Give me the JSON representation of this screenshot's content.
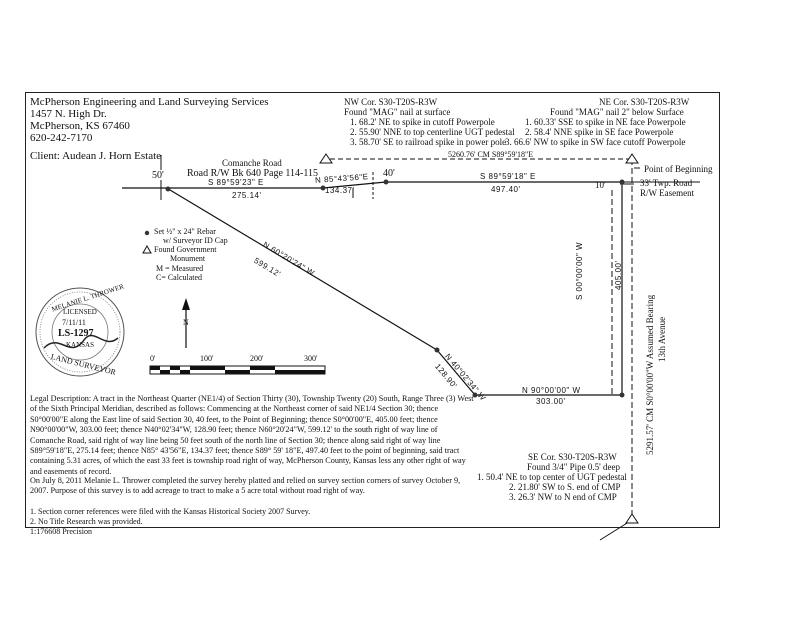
{
  "company": {
    "name": "McPherson Engineering and Land Surveying Services",
    "address1": "1457 N. High Dr.",
    "address2": "McPherson, KS  67460",
    "phone": "620-242-7170"
  },
  "client": "Client:  Audean J. Horn Estate",
  "nw_corner": {
    "title": "NW Cor. S30-T20S-R3W",
    "found": "Found \"MAG\" nail at surface",
    "refs": [
      "1.  68.2' NE to spike in cutoff Powerpole",
      "2.  55.90' NNE to top centerline UGT pedestal",
      "3.  58.70' SE to railroad spike in power pole"
    ]
  },
  "ne_corner": {
    "title": "NE Cor. S30-T20S-R3W",
    "found": "Found \"MAG\" nail 2\" below Surface",
    "refs": [
      "1.  60.33' SSE to spike in NE face Powerpole",
      "2.  58.4' NNE spike in SE face Powerpole",
      "3.  66.6' NW to spike in SW face cutoff Powerpole"
    ]
  },
  "se_corner": {
    "title": "SE Cor. S30-T20S-R3W",
    "found": "Found 3/4\" Pipe 0.5' deep",
    "refs": [
      "1.  50.4' NE to top center of UGT pedestal",
      "2.  21.80' SW to S. end of CMP",
      "3.  26.3' NW to N end of CMP"
    ]
  },
  "road": {
    "name": "Comanche Road",
    "row": "Road R/W Bk 640 Page 114-115",
    "width_w": "50'",
    "width_e": "40'",
    "offset": "10'"
  },
  "section_line": "5260.76' CM  S89°59'18\"E",
  "east_line": "5291.57' CM S0°00'00\"W Assumed Bearing",
  "avenue": "13th Avenue",
  "pob": "Point of Beginning",
  "easement": [
    "33' Twp. Road",
    "R/W Easement"
  ],
  "courses": {
    "c1_bearing": "S  89°59'23\"  E",
    "c1_dist": "275.14'",
    "c2_bearing": "N  85°43'56\"E",
    "c2_dist": "134.37'",
    "c3_bearing": "S  89°59'18\"  E",
    "c3_dist": "497.40'",
    "c4_bearing": "S  00°00'00\"  W",
    "c4_dist": "405.00'",
    "c5_bearing": "N  90°00'00\"  W",
    "c5_dist": "303.00'",
    "c6_bearing": "N  40°02'34\"  W",
    "c6_dist": "128.90'",
    "c7_bearing": "N  60°20'24\"  W",
    "c7_dist": "599.12'"
  },
  "legend": {
    "rebar": "Set ½\" x 24\" Rebar",
    "rebar2": "w/ Surveyor ID Cap",
    "monument": "Found Government",
    "monument2": "Monument",
    "measured": "M = Measured",
    "calculated": "C= Calculated"
  },
  "north": "N",
  "scale": [
    "0'",
    "100'",
    "200'",
    "300'"
  ],
  "seal": {
    "top": "MELANIE L. THROWER",
    "licensed": "LICENSED",
    "date": "7/11/11",
    "number": "LS-1297",
    "state": "KANSAS",
    "bottom": "LAND SURVEYOR"
  },
  "legal": "Legal Description:  A tract in the Northeast Quarter (NE1/4) of Section Thirty (30), Township Twenty (20) South, Range Three (3) West of the Sixth Principal Meridian, described as follows:  Commencing at the Northeast corner of said NE1/4 Section 30; thence S0°00'00\"E along the East line of said Section 30, 40 feet, to the Point of Beginning; thence S0°00'00\"E, 405.00 feet; thence N90°00'00\"W, 303.00 feet; thence N40°02'34\"W, 128.90 feet; thence N60°20'24\"W, 599.12' to the south right of way line of Comanche Road, said right of way line being 50 feet south of the north line of Section 30; thence along said right of way line S89°59'18\"E, 275.14 feet; thence N85° 43'56\"E, 134.37 feet; thence S89° 59' 18\"E, 497.40 feet to the point of beginning, said tract containing 5.31 acres, of which the east 33 feet is township road right of way, McPherson County, Kansas less any other right of way and easements of record.",
  "statement": "On July 8, 2011 Melanie L. Thrower completed the survey hereby platted and relied on survey section corners of survey October 9, 2007.  Purpose of this survey is to add acreage to tract to make a 5 acre total without road right of way.",
  "notes": [
    "1.  Section corner references were filed with the Kansas Historical Society 2007 Survey.",
    "2.  No Title Research was provided."
  ],
  "precision": "1:176608 Precision"
}
